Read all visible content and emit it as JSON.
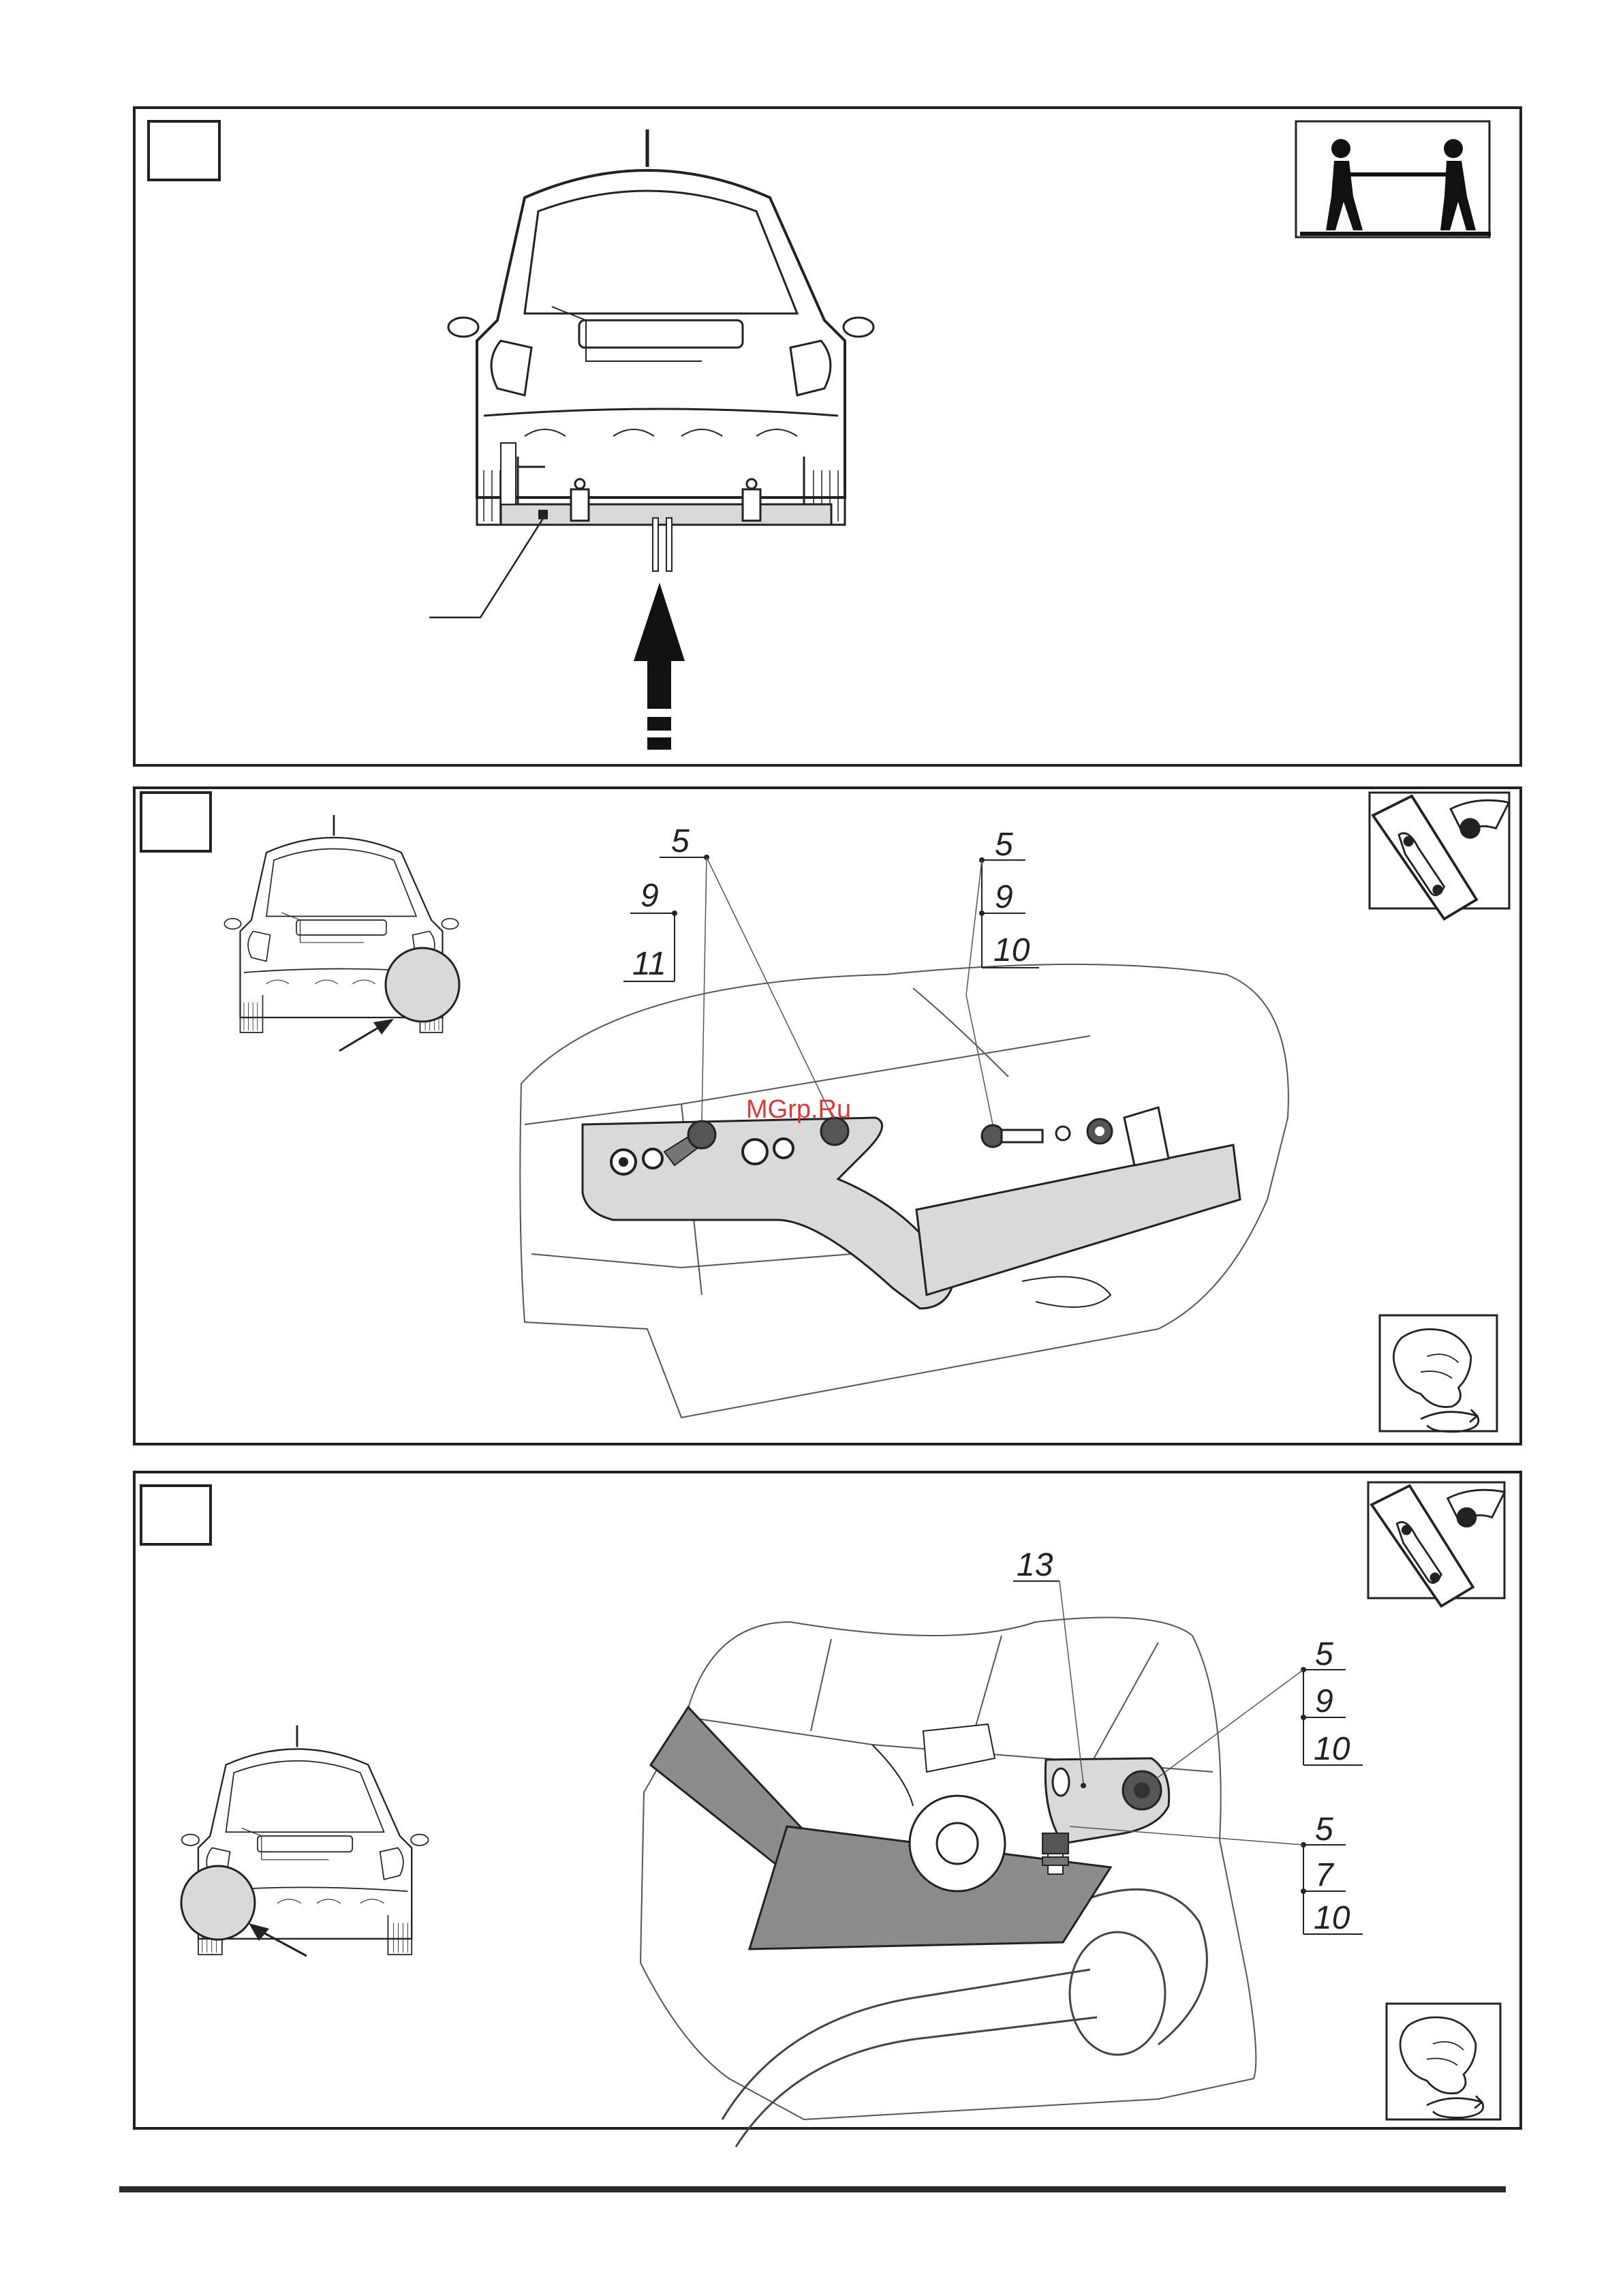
{
  "watermark": "MGrp.Ru",
  "colors": {
    "line": "#222222",
    "part": "#d9d9d9",
    "part_dark": "#8c8c8c",
    "bg": "#ffffff",
    "watermark": "#d43c3c"
  },
  "step1": {
    "icons": [
      "two-person-lift-icon"
    ]
  },
  "step2": {
    "callout_a": [
      "5",
      "9",
      "11"
    ],
    "callout_b": [
      "5",
      "9",
      "10"
    ],
    "icons": [
      "under-car-mechanic-icon",
      "hand-tighten-icon"
    ]
  },
  "step3": {
    "callout_part": "13",
    "callout_a": [
      "5",
      "9",
      "10"
    ],
    "callout_b": [
      "5",
      "7",
      "10"
    ],
    "icons": [
      "under-car-mechanic-icon",
      "hand-tighten-icon"
    ]
  }
}
